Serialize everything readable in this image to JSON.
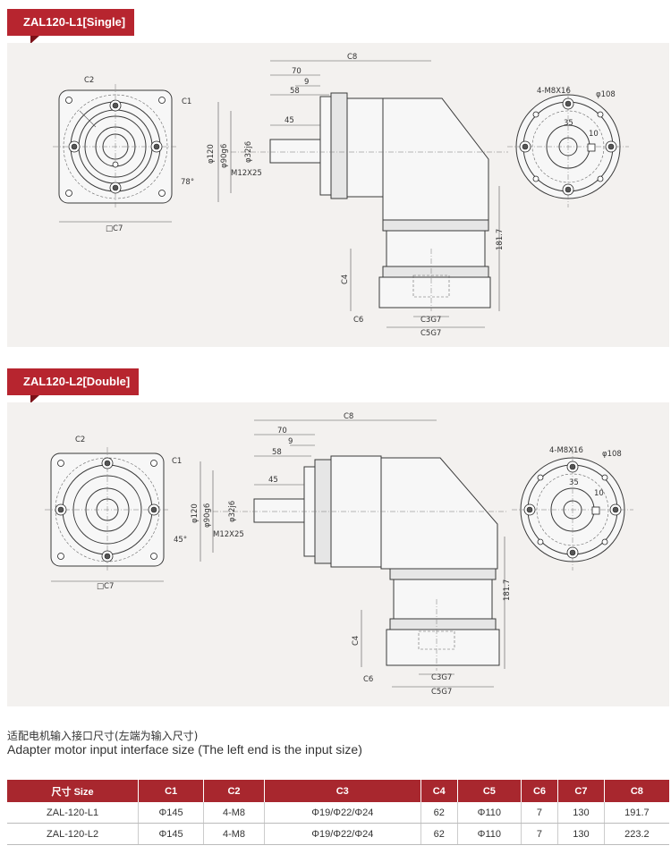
{
  "section1": {
    "title": "ZAL120-L1[Single]",
    "labels": {
      "c2": "C2",
      "c1": "C1",
      "angle": "78°",
      "c7": "□C7",
      "c8": "C8",
      "d70": "70",
      "d9": "9",
      "d58": "58",
      "d45": "45",
      "phi120": "φ120",
      "phi90": "φ90g6",
      "phi32": "φ32j6",
      "m12": "M12X25",
      "c4": "C4",
      "c6": "C6",
      "c3": "C3G7",
      "c5": "C5G7",
      "h181": "181.7",
      "bolts": "4-M8X16",
      "phi108": "φ108",
      "d35": "35",
      "d10": "10"
    }
  },
  "section2": {
    "title": "ZAL120-L2[Double]",
    "labels": {
      "c2": "C2",
      "c1": "C1",
      "angle": "45°",
      "c7": "□C7",
      "c8": "C8",
      "d70": "70",
      "d9": "9",
      "d58": "58",
      "d45": "45",
      "phi120": "φ120",
      "phi90": "φ90g6",
      "phi32": "φ32j6",
      "m12": "M12X25",
      "c4": "C4",
      "c6": "C6",
      "c3": "C3G7",
      "c5": "C5G7",
      "h181": "181.7",
      "bolts": "4-M8X16",
      "phi108": "φ108",
      "d35": "35",
      "d10": "10"
    }
  },
  "caption_cn": "适配电机输入接口尺寸(左端为输入尺寸)",
  "caption_en": "Adapter motor input interface size (The left end is the input size)",
  "table": {
    "headers": [
      "尺寸 Size",
      "C1",
      "C2",
      "C3",
      "C4",
      "C5",
      "C6",
      "C7",
      "C8"
    ],
    "rows": [
      [
        "ZAL-120-L1",
        "Φ145",
        "4-M8",
        "Φ19/Φ22/Φ24",
        "62",
        "Φ110",
        "7",
        "130",
        "191.7"
      ],
      [
        "ZAL-120-L2",
        "Φ145",
        "4-M8",
        "Φ19/Φ22/Φ24",
        "62",
        "Φ110",
        "7",
        "130",
        "223.2"
      ]
    ]
  },
  "colors": {
    "accent": "#b7252f",
    "panel": "#f3f1ef"
  }
}
